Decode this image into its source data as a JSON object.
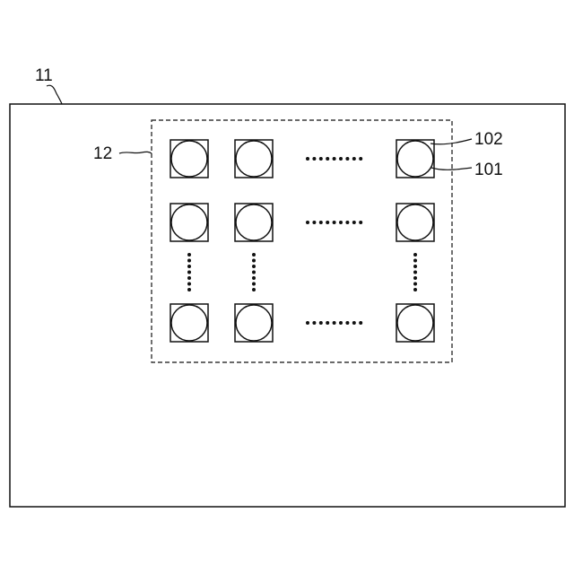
{
  "diagram": {
    "labels": {
      "outer_frame": "11",
      "array_region": "12",
      "square_element": "102",
      "circle_element": "101"
    },
    "grid": {
      "shown_rows": 3,
      "shown_columns": 3
    },
    "colors": {
      "stroke": "#111111",
      "background": "#ffffff"
    }
  }
}
